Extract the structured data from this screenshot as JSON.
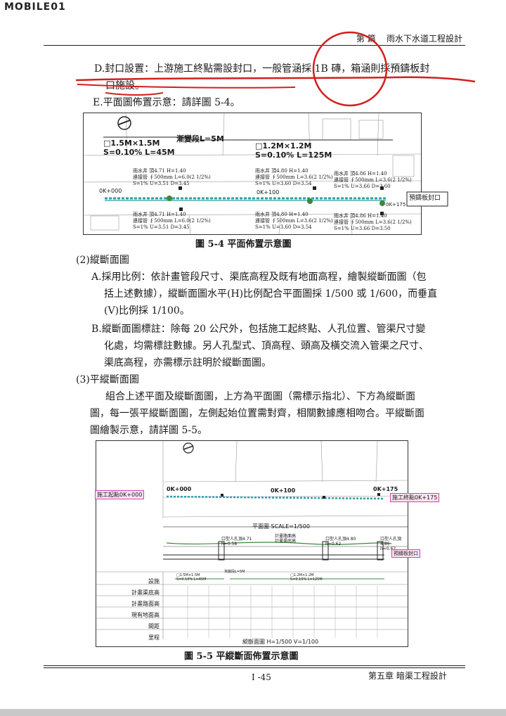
{
  "logo": "MOBILE01",
  "header": {
    "chapter_label": "第  篇",
    "title": "雨水下水道工程設計"
  },
  "paragraphs": {
    "d_line1": "D.封口設置：上游施工終點需設封口，一般管涵採 1B 磚，箱涵則採預鑄板封",
    "d_line2": "口施設。",
    "e_line": "E.平面圖佈置示意：請詳圖 5-4。",
    "s2_head": "(2)縱斷面圖",
    "s2a_1": "A.採用比例：依計畫管段尺寸、渠底高程及既有地面高程，繪製縱斷面圖（包",
    "s2a_2": "括上述數據），縱斷面圖水平(H)比例配合平面圖採 1/500 或 1/600，而垂直",
    "s2a_3": "(V)比例採 1/100。",
    "s2b_1": "B.縱斷面圖標註：除每 20 公尺外，包括施工起終點、人孔位置、管渠尺寸變",
    "s2b_2": "化處，均需標註數據。另人孔型式、頂高程、頭高及橫交流入管渠之尺寸、",
    "s2b_3": "渠底高程，亦需標示註明於縱斷面圖。",
    "s3_head": "(3)平縱斷面圖",
    "s3_1": "組合上述平面及縱斷面圖，上方為平面圖（需標示指北）、下方為縱斷面",
    "s3_2": "圖，每一張平縱斷面圖，左側起始位置需對齊，相關數據應相吻合。平縱斷面",
    "s3_3": "圖繪製示意，請詳圖 5-5。"
  },
  "fig54": {
    "caption": "圖 5-4    平面佈置示意圖",
    "seg1_size": "□1.5M×1.5M",
    "seg1_slope": "S=0.10% L=45M",
    "transition": "漸變段L=5M",
    "seg2_size": "□1.2M×1.2M",
    "seg2_slope": "S=0.10% L=125M",
    "sta0": "0K+000",
    "sta100": "0K+100",
    "sta175": "0K+175",
    "precast": "預鑄板封口",
    "mh_a": [
      "雨水井  頂4.71  H=1.40",
      "連接管 ∮500mm L=6.0(2 1/2%)",
      "S=1%  U=3.51  D=3.45"
    ],
    "mh_b": [
      "雨水井  頂4.80  H=1.40",
      "連接管 ∮500mm L=3.6(2 1/2%)",
      "S=1%  U=3.60  D=3.54"
    ],
    "mh_c": [
      "雨水井  頂4.86  H=1.40",
      "連接管 ∮500mm L=3.6(2 1/2%)",
      "S=1%  U=3.66  D=3.60"
    ],
    "mh_d": [
      "雨水井  頂4.71  H=1.40",
      "連接管 ∮500mm L=6.0(2 1/2%)",
      "S=1%  U=3.51  D=3.45"
    ],
    "mh_e": [
      "雨水井  頂4.80  H=1.40",
      "連接管 ∮500mm L=3.6(2 1/2%)",
      "S=1%  U=3.60  D=3.54"
    ],
    "mh_f": [
      "雨水井  頂4.86  H=1.40",
      "連接管 ∮500mm L=3.6(2 1/2%)",
      "S=1%  U=3.66  D=3.50"
    ]
  },
  "fig55": {
    "caption": "圖 5-5    平縱斷面佈置示意圖",
    "start_label": "施工起點0K+000",
    "end_label": "施工終點0K+175",
    "sta0": "0K+000",
    "sta100": "0K+100",
    "sta175": "0K+175",
    "plan_scale": "平面圖  SCALE=1/500",
    "mh1": "口型人孔頂4.71",
    "mh1_h": "h=0.58",
    "mid_note1": "計畫路面高",
    "mid_note2": "計畫渠底高",
    "mh2": "口型人孔頂4.80",
    "mh2_h": "h=0.62",
    "mh3": "口型人孔頂4.86",
    "mh3_h": "h=0.62",
    "precast": "預鑄板封口",
    "seg1": "□1.5M×1.5M",
    "seg1_slope": "S=0.10% L=45M",
    "transition": "漸變段L=5M",
    "seg2": "□1.2M×1.2M",
    "seg2_slope": "S=0.10% L=125M",
    "rows": [
      "設施",
      "計畫渠底高",
      "計畫路面高",
      "現有地面高",
      "間距",
      "里程"
    ],
    "profile_scale": "縱斷面圖  H=1/500  V=1/100"
  },
  "footer": {
    "page": "I -45",
    "chapter": "第五章  暗渠工程設計"
  },
  "colors": {
    "annotation_red": "#d2201e",
    "pipe_teal": "#2a9fa8",
    "label_magenta": "#d63fb4",
    "box_border": "#1a1a1a"
  }
}
